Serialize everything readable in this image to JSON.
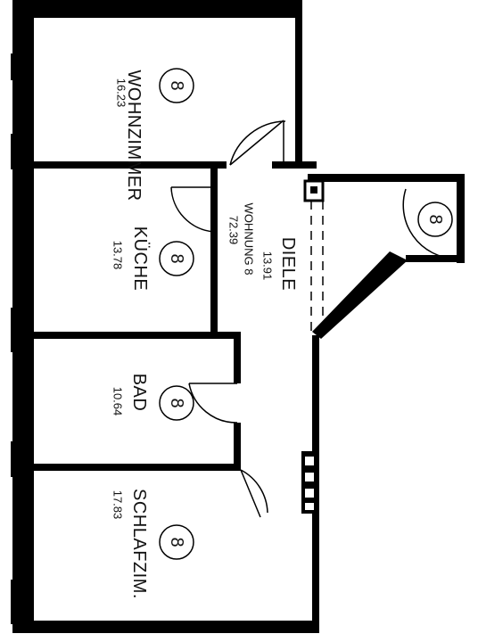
{
  "plan": {
    "apartment": {
      "label": "WOHNUNG  8",
      "area": "72.39"
    },
    "rooms": [
      {
        "id": "wohnzimmer",
        "name": "WOHNZIMMER",
        "area": "16.23",
        "number": "8"
      },
      {
        "id": "kueche",
        "name": "KÜCHE",
        "area": "13.78",
        "number": "8"
      },
      {
        "id": "diele",
        "name": "DIELE",
        "area": "13.91"
      },
      {
        "id": "bad",
        "name": "BAD",
        "area": "10.64",
        "number": "8"
      },
      {
        "id": "schlafzimmer",
        "name": "SCHLAFZIM.",
        "area": "17.83",
        "number": "8"
      },
      {
        "id": "stair",
        "number": "8"
      }
    ]
  }
}
